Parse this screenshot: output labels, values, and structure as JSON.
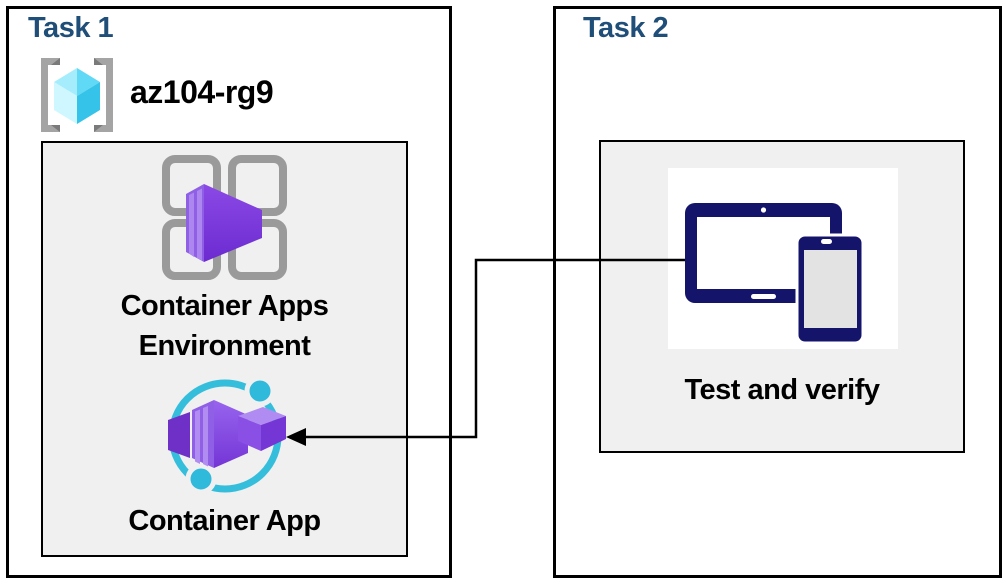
{
  "diagram": {
    "task1": {
      "title": "Task 1",
      "resource_group_name": "az104-rg9",
      "environment_label_line1": "Container Apps",
      "environment_label_line2": "Environment",
      "app_label": "Container App"
    },
    "task2": {
      "title": "Task 2",
      "device_label": "Test and verify"
    },
    "connector": {
      "from": "Test and verify devices",
      "to": "Container App",
      "style": "elbow-arrow"
    },
    "icons": [
      "resource-group-icon",
      "container-apps-environment-icon",
      "container-app-icon",
      "devices-icon"
    ],
    "colors": {
      "title_blue": "#1F4E79",
      "device_navy": "#14146B",
      "container_purple": "#7C3BD8",
      "container_purple_light": "#AE86F0",
      "arc_cyan": "#35BEDC",
      "cube_cyan": "#5FD9F5",
      "frame_gray": "#9A9A9A",
      "inner_box_bg": "#F0F0F0",
      "outline_black": "#000000"
    }
  }
}
